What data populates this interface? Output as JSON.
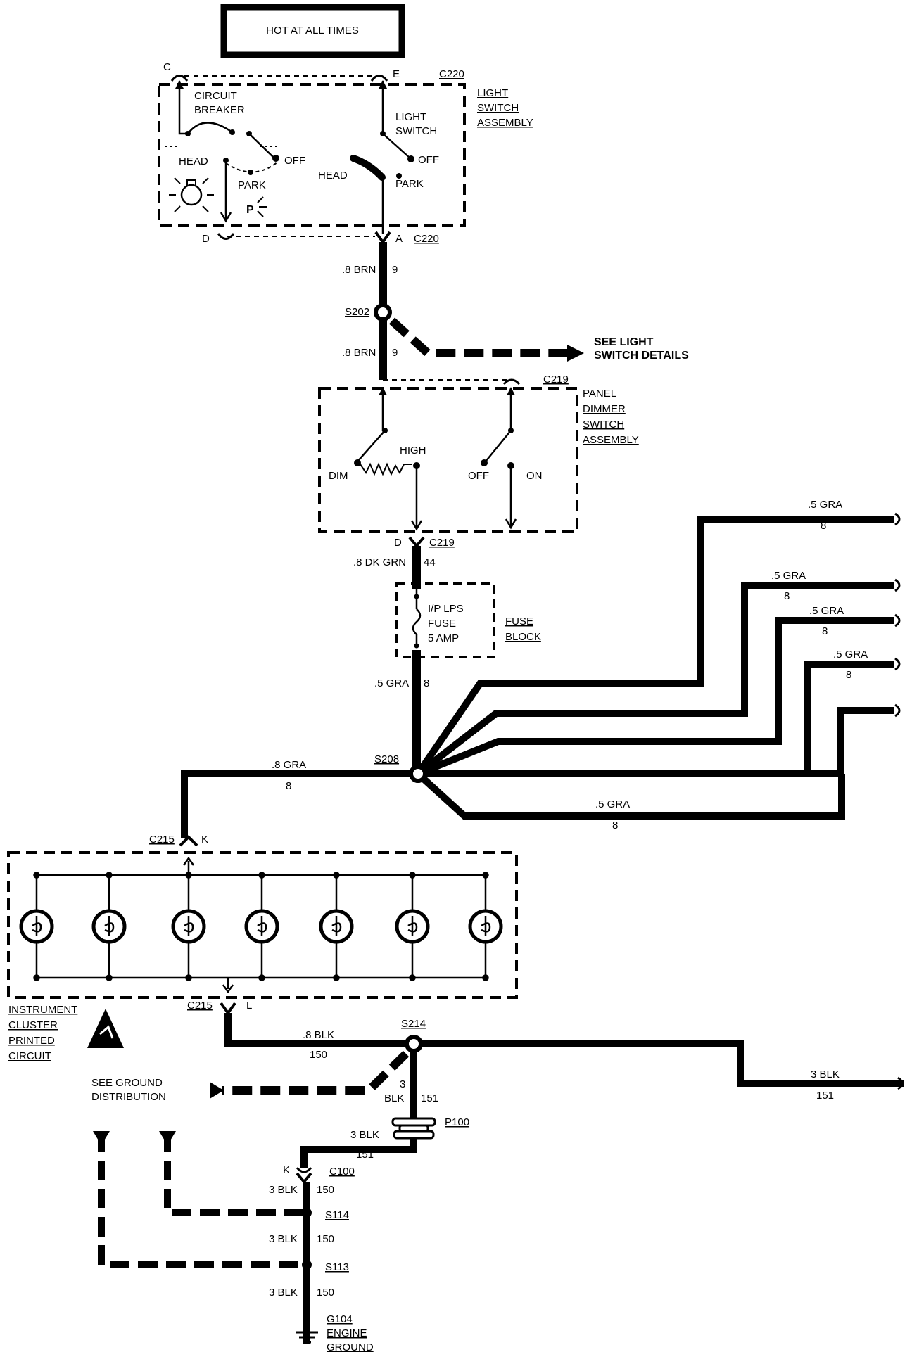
{
  "header": {
    "hot_label": "HOT AT ALL TIMES"
  },
  "light_switch": {
    "connector": "C220",
    "terminals": {
      "c": "C",
      "e": "E",
      "d": "D",
      "a": "A"
    },
    "title_lines": [
      "LIGHT",
      "SWITCH",
      "ASSEMBLY"
    ],
    "breaker_lines": [
      "CIRCUIT",
      "BREAKER"
    ],
    "switch_lines": [
      "LIGHT",
      "SWITCH"
    ],
    "positions": {
      "head": "HEAD",
      "park": "PARK",
      "off": "OFF"
    },
    "park_symbol": "P"
  },
  "wires": {
    "brn_size": ".8 BRN",
    "brn_circuit": "9",
    "dkgrn_size": ".8 DK GRN",
    "dkgrn_circuit": "44",
    "gra5": ".5 GRA",
    "gra8": ".8 GRA",
    "gra_circuit": "8",
    "blk8": ".8 BLK",
    "blk3": "3 BLK",
    "blk3_top": "3",
    "blk_word": "BLK",
    "circuit150": "150",
    "circuit151": "151"
  },
  "splices": {
    "s202": "S202",
    "s208": "S208",
    "s214": "S214",
    "s114": "S114",
    "s113": "S113"
  },
  "references": {
    "light_details": [
      "SEE LIGHT",
      "SWITCH DETAILS"
    ],
    "ground_dist": [
      "SEE GROUND",
      "DISTRIBUTION"
    ]
  },
  "dimmer": {
    "connector": "C219",
    "terminal_d": "D",
    "title_lines": [
      "PANEL",
      "DIMMER",
      "SWITCH",
      "ASSEMBLY"
    ],
    "labels": {
      "dim": "DIM",
      "high": "HIGH",
      "off": "OFF",
      "on": "ON"
    }
  },
  "fuse": {
    "lines": [
      "I/P LPS",
      "FUSE",
      "5 AMP"
    ],
    "block_lines": [
      "FUSE",
      "BLOCK"
    ]
  },
  "cluster": {
    "connector": "C215",
    "terminal_k": "K",
    "terminal_l": "L",
    "title_lines": [
      "INSTRUMENT",
      "CLUSTER",
      "PRINTED",
      "CIRCUIT"
    ],
    "bulb_count": 7
  },
  "bottom": {
    "p100": "P100",
    "c100": "C100",
    "terminal_k": "K",
    "ground_lines": [
      "G104",
      "ENGINE",
      "GROUND"
    ]
  }
}
